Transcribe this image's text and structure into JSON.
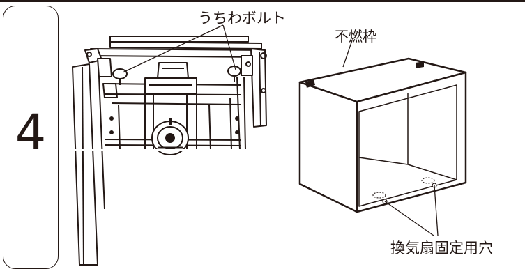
{
  "step": {
    "number": "4"
  },
  "labels": {
    "uchiwa_bolt": "うちわボルト",
    "noncombustible_frame": "不燃枠",
    "fan_mounting_holes": "換気扇固定用穴"
  },
  "colors": {
    "line": "#231815",
    "background": "#ffffff"
  }
}
